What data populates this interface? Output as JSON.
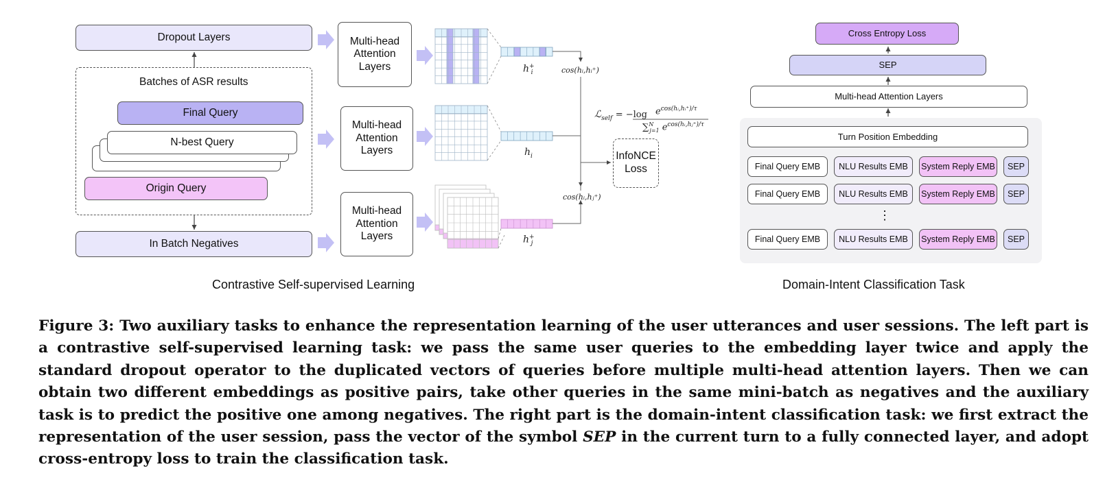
{
  "left": {
    "dropout": "Dropout Layers",
    "batches": "Batches of ASR results",
    "final_query": "Final Query",
    "nbest": "N-best Query",
    "origin": "Origin Query",
    "negatives": "In Batch Negatives",
    "mha": [
      "Multi-head",
      "Attention",
      "Layers"
    ],
    "h_pos": "h",
    "h_pos_sup": "+",
    "h_pos_sub": "i",
    "h_i": "h",
    "h_i_sub": "i",
    "h_neg": "h",
    "h_neg_sup": "+",
    "h_neg_sub": "j",
    "cos_top": "cos(hᵢ,hᵢ⁺)",
    "cos_bottom": "cos(hᵢ,hⱼ⁺)",
    "loss_prefix": "ℒ",
    "loss_sub": "self",
    "loss_eq": "= −log",
    "loss_num": "e",
    "loss_num_sup": "cos(hᵢ,hᵢ⁺)/τ",
    "loss_den": "∑",
    "loss_den_sup": "N",
    "loss_den_sub": "j=1",
    "loss_den_e": "e",
    "loss_den_e_sup": "cos(hᵢ,hⱼ⁺)/τ",
    "infonce": [
      "InfoNCE",
      "Loss"
    ],
    "title": "Contrastive Self-supervised Learning"
  },
  "right": {
    "ce_loss": "Cross Entropy Loss",
    "sep": "SEP",
    "mha": "Multi-head Attention Layers",
    "turn_pos": "Turn Position Embedding",
    "rows": [
      {
        "a": "Final Query EMB",
        "b": "NLU Results EMB",
        "c": "System Reply EMB",
        "d": "SEP"
      },
      {
        "a": "Final Query EMB",
        "b": "NLU Results EMB",
        "c": "System Reply EMB",
        "d": "SEP"
      },
      {
        "a": "Final Query EMB",
        "b": "NLU Results EMB",
        "c": "System Reply EMB",
        "d": "SEP"
      }
    ],
    "ellipsis": "⋮",
    "title": "Domain-Intent Classification Task"
  },
  "caption": {
    "part1": "Figure 3: Two auxiliary tasks to enhance the representation learning of the user utterances and user sessions. The left part is a contrastive self-supervised learning task: we pass the same user queries to the embedding layer twice and apply the standard dropout operator to the duplicated vectors of queries before multiple multi-head attention layers. Then we can obtain two different embeddings as positive pairs, take other queries in the same mini-batch as negatives and the auxiliary task is to predict the positive one among negatives. The right part is the domain-intent classification task: we first extract the representation of the user session, pass the vector of the symbol ",
    "sep": "SEP",
    "part2": " in the current turn to a fully connected layer, and adopt cross-entropy loss to train the classification task."
  },
  "colors": {
    "lavender": "#e9e7fb",
    "purple": "#b9b2f3",
    "pink": "#f3c4f8",
    "light_blue": "#dff1fb",
    "arrow": "#c3c0f5",
    "panel": "#f2f2f4"
  }
}
